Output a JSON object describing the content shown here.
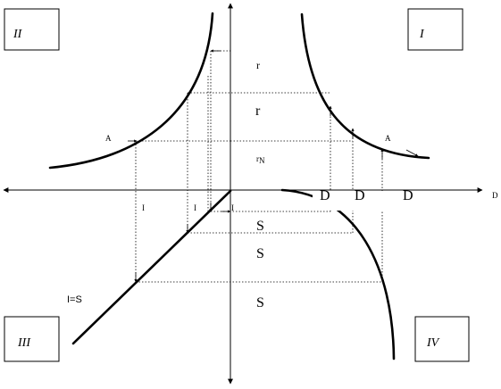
{
  "quadrants": {
    "q1": "I",
    "q2": "II",
    "q3": "III",
    "q4": "IV"
  },
  "labels": {
    "r_top": "r",
    "r_middle": "r",
    "r_n": "r",
    "r_n_sub": "N",
    "s_1": "S",
    "s_2": "S",
    "s_3": "S",
    "d_1": "D",
    "d_2": "D",
    "d_3": "D",
    "i_1": "I",
    "i_2": "I",
    "i_3": "I",
    "i_equals_s": "I=S",
    "x_axis_end": "D",
    "point_q1": "A",
    "point_q2": "A"
  }
}
